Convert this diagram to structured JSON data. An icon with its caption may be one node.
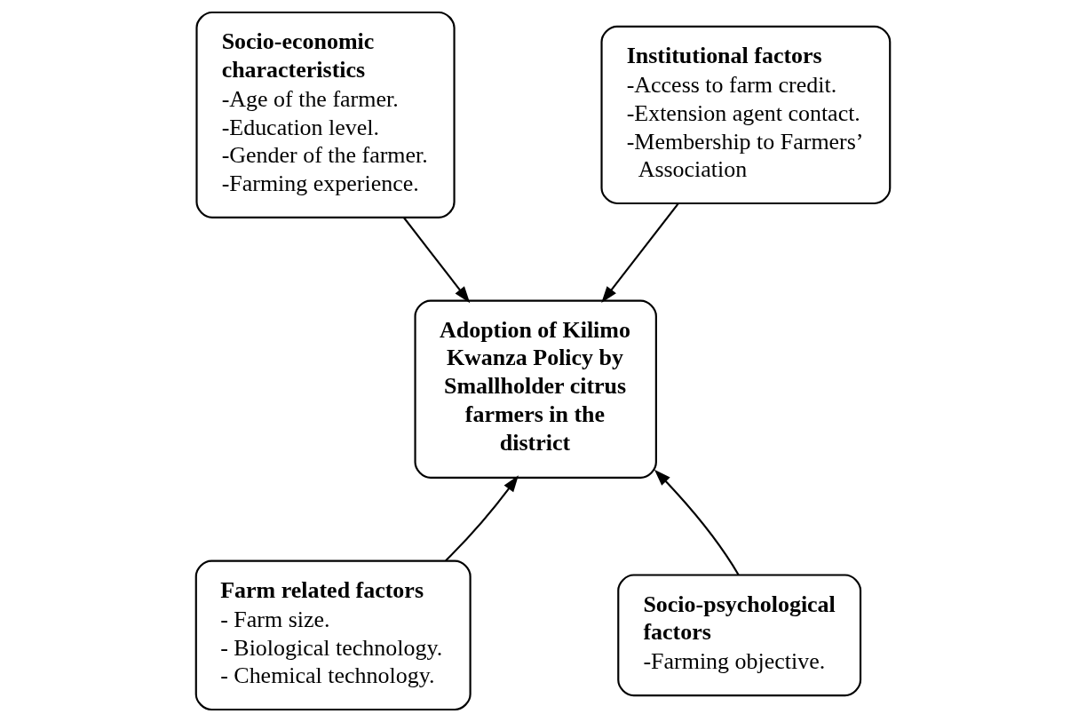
{
  "diagram": {
    "nodes": [
      {
        "text": [
          "Adoption of Kilimo Kwanza Policy by Smallholder citrus farmers in the district"
        ]
      },
      {
        "text": [
          "Socio-economic characteristics",
          "-Age of the farmer.",
          "-Education level.",
          "-Gender of the farmer.",
          "-Farming experience."
        ]
      },
      {
        "text": [
          "Institutional factors",
          "-Access to farm credit.",
          "-Extension agent contact.",
          "-Membership to Farmers’ Association"
        ]
      },
      {
        "text": [
          "Farm related factors",
          "- Farm size.",
          "- Biological technology.",
          "- Chemical technology."
        ]
      },
      {
        "text": [
          "Socio-psychological factors",
          "-Farming objective."
        ]
      }
    ],
    "edges": [
      {
        "from": 1,
        "to": 0,
        "arrow": "to"
      },
      {
        "from": 2,
        "to": 0,
        "arrow": "to"
      },
      {
        "from": 3,
        "to": 0,
        "arrow": "to"
      },
      {
        "from": 4,
        "to": 0,
        "arrow": "to"
      }
    ]
  }
}
